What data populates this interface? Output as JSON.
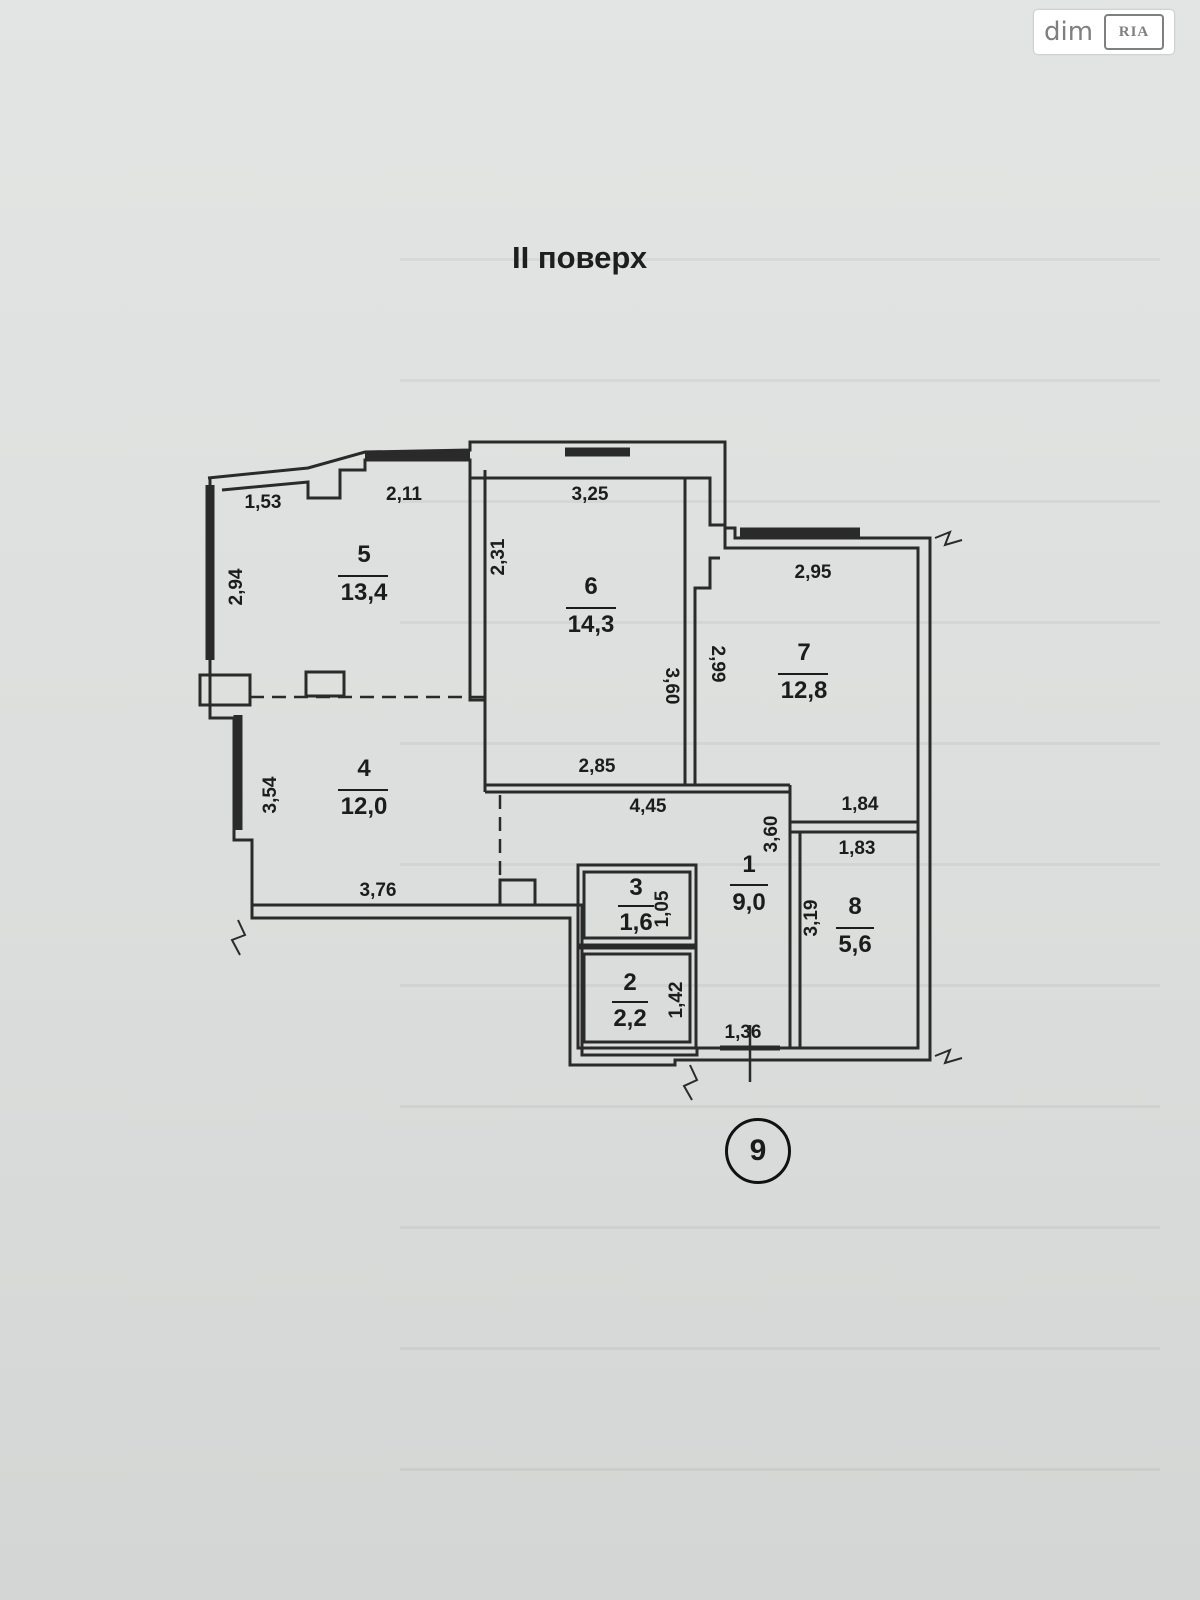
{
  "watermark": {
    "brand_text": "dim",
    "logo_text": "RIA"
  },
  "plan": {
    "title": "II поверх",
    "rooms": [
      {
        "number": "5",
        "area": "13,4"
      },
      {
        "number": "6",
        "area": "14,3"
      },
      {
        "number": "7",
        "area": "12,8"
      },
      {
        "number": "4",
        "area": "12,0"
      },
      {
        "number": "1",
        "area": "9,0"
      },
      {
        "number": "3",
        "area": "1,6"
      },
      {
        "number": "2",
        "area": "2,2"
      },
      {
        "number": "8",
        "area": "5,6"
      }
    ],
    "dimensions": {
      "d1_53": "1,53",
      "d2_11": "2,11",
      "d2_94": "2,94",
      "d3_25": "3,25",
      "d2_31": "2,31",
      "d3_60a": "3,60",
      "d2_85": "2,85",
      "d2_95": "2,95",
      "d2_99": "2,99",
      "d1_84": "1,84",
      "d3_54": "3,54",
      "d3_76": "3,76",
      "d4_45": "4,45",
      "d3_60b": "3,60",
      "d1_05": "1,05",
      "d1_42": "1,42",
      "d1_36": "1,36",
      "d1_83": "1,83",
      "d3_19": "3,19"
    },
    "apartment_number": "9"
  },
  "colors": {
    "wall": "#2a2a2a",
    "paper": "#e0e2e1",
    "ink": "#1c1c1c"
  }
}
